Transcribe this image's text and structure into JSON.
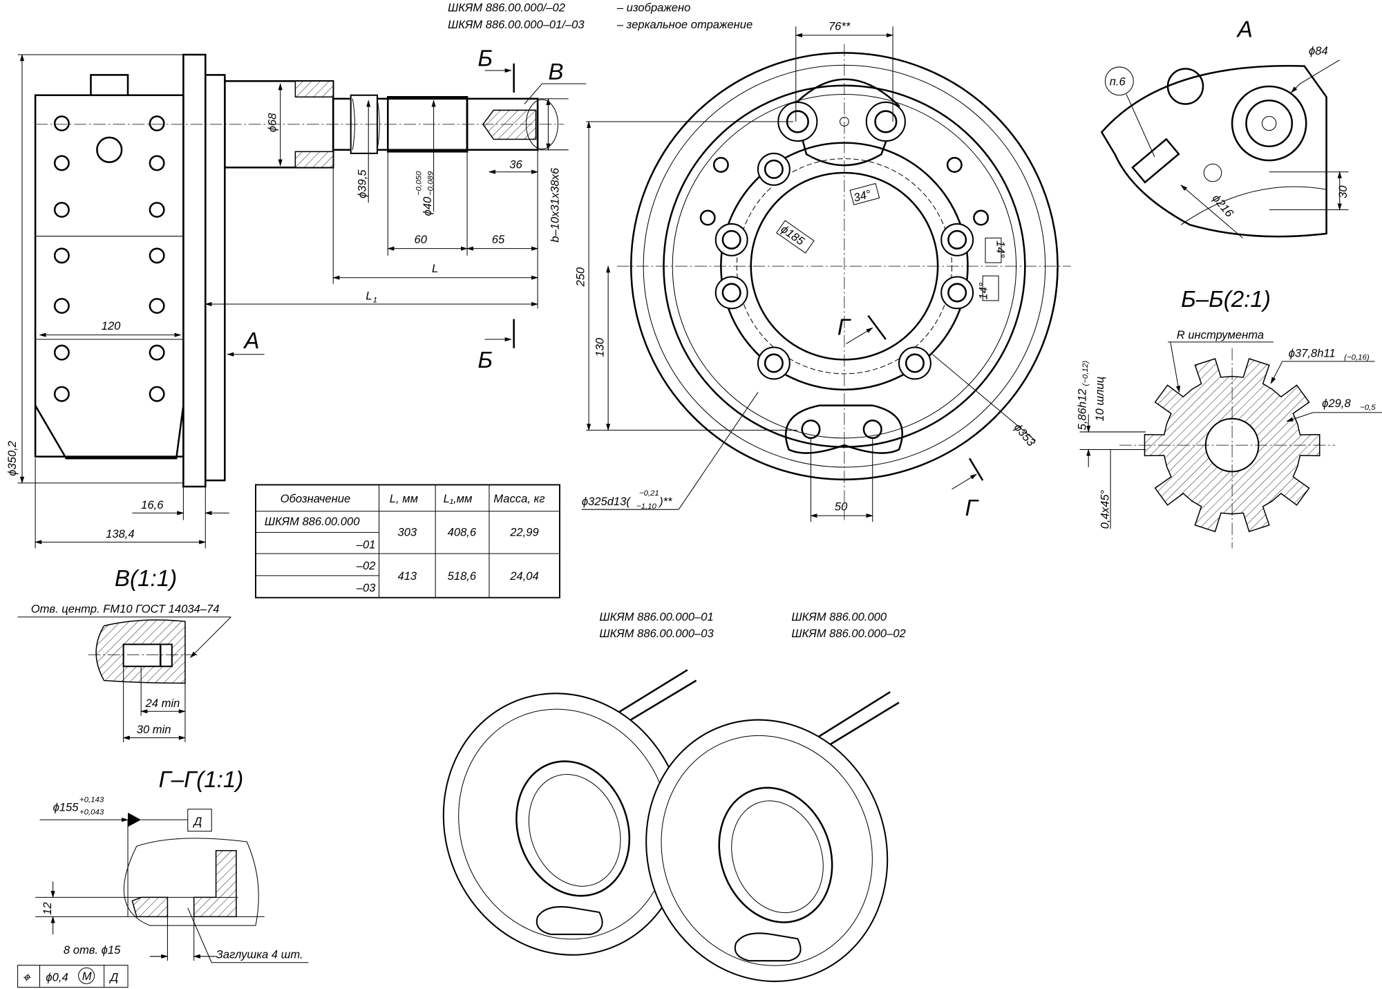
{
  "header_notes": [
    {
      "designation": "ШКЯМ 886.00.000/–02",
      "note": "– изображено"
    },
    {
      "designation": "ШКЯМ 886.00.000–01/–03",
      "note": "– зеркальное отражение"
    }
  ],
  "side_view": {
    "d68": "ϕ68",
    "d39": "ϕ39,5",
    "d40": "ϕ40",
    "d40_upper": "−0,050",
    "d40_lower": "−0,089",
    "len36": "36",
    "len60": "60",
    "len65": "65",
    "L": "L",
    "L1": "L",
    "L1_sub": "1",
    "spline": "b–10x31x38x6",
    "w120": "120",
    "view_a_mark": "А",
    "section_b_top": "Б",
    "section_b_bottom": "Б",
    "detail_v_mark": "В",
    "d350": "ϕ350,2",
    "len16": "16,6",
    "len138": "138,4"
  },
  "table": {
    "headers": [
      "Обозначение",
      "L, мм",
      "L₁,мм",
      "Масса, кг"
    ],
    "rows": [
      {
        "designations": [
          "ШКЯМ 886.00.000",
          "–01"
        ],
        "L": "303",
        "L1": "408,6",
        "mass": "22,99"
      },
      {
        "designations": [
          "–02",
          "–03"
        ],
        "L": "413",
        "L1": "518,6",
        "mass": "24,04"
      }
    ]
  },
  "front_view": {
    "dim76": "76**",
    "dim250": "250",
    "dim130": "130",
    "d185": "ϕ185",
    "angle34": "34°",
    "angle14a": "14°",
    "angle14b": "14°",
    "section_g_top": "Г",
    "section_g_bottom": "Г",
    "d353": "ϕ353",
    "d325": "ϕ325d13(",
    "d325_upper": "−0,21",
    "d325_lower": "−1,10",
    "d325_tail": ")**",
    "dim50": "50"
  },
  "view_a": {
    "title": "А",
    "callout": "п.6",
    "d84": "ϕ84",
    "dim30": "30",
    "d216": "ϕ216"
  },
  "section_bb": {
    "title": "Б–Б(2:1)",
    "tool_radius": "R инструмента",
    "d378": "ϕ37,8h11",
    "d378_tol": "(−0,16)",
    "d298": "ϕ29,8",
    "d298_tol": "−0,5",
    "width586": "5,86h12",
    "width586_tol": "(−0,12)",
    "splines": "10 шлиц",
    "chamfer": "0,4x45°"
  },
  "detail_v": {
    "title": "В(1:1)",
    "note": "Отв. центр. FM10 ГОСТ 14034–74",
    "len24": "24 min",
    "len30": "30 min"
  },
  "section_gg": {
    "title": "Г–Г(1:1)",
    "d155": "ϕ155",
    "d155_upper": "+0,143",
    "d155_lower": "+0,043",
    "datum": "Д",
    "dim12": "12",
    "holes": "8 отв. ϕ15",
    "plug": "Заглушка 4 шт.",
    "tolerance_symbol": "⌖",
    "tolerance_value": "ϕ0,4",
    "tolerance_modifier": "M",
    "tolerance_datum": "Д"
  },
  "iso_labels": {
    "left": [
      "ШКЯМ 886.00.000–01",
      "ШКЯМ 886.00.000–03"
    ],
    "right": [
      "ШКЯМ 886.00.000",
      "ШКЯМ 886.00.000–02"
    ]
  }
}
